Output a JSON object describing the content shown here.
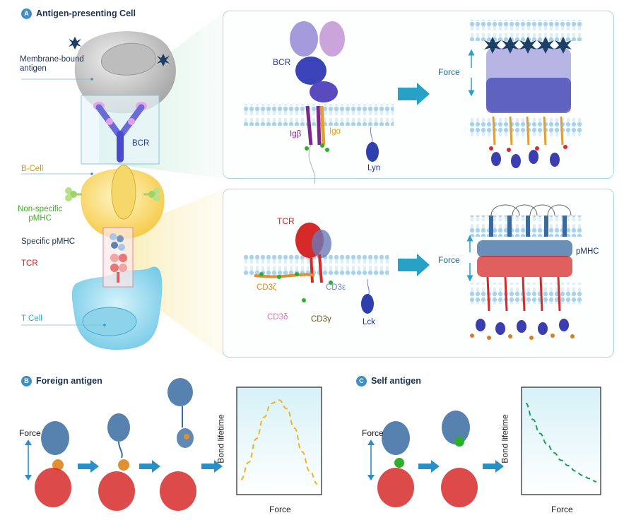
{
  "panel_a": {
    "badge": "A",
    "title": "Antigen-presenting Cell",
    "left_labels": {
      "membrane_antigen": "Membrane-bound\nantigen",
      "bcr_small": "BCR",
      "b_cell": "B-Cell",
      "non_specific": "Non-specific\npMHC",
      "specific": "Specific pMHC",
      "tcr": "TCR",
      "t_cell": "T Cell"
    },
    "top_panel": {
      "bcr": "BCR",
      "ig_beta": "Igβ",
      "ig_alpha": "Igα",
      "lyn": "Lyn",
      "force": "Force"
    },
    "bottom_panel": {
      "tcr": "TCR",
      "cd3_zeta": "CD3ζ",
      "cd3_epsilon": "CD3ε",
      "cd3_delta": "CD3δ",
      "cd3_gamma": "CD3γ",
      "lck": "Lck",
      "force": "Force",
      "pmhc": "pMHC"
    }
  },
  "panel_b": {
    "badge": "B",
    "title": "Foreign antigen",
    "force": "Force",
    "ylabel": "Bond lifetime",
    "xlabel": "Force"
  },
  "panel_c": {
    "badge": "C",
    "title": "Self antigen",
    "force": "Force",
    "ylabel": "Bond lifetime",
    "xlabel": "Force"
  },
  "colors": {
    "accent": "#3f8fc0",
    "force_arrow": "#2aa1c9",
    "bcr_label": "#2a3a8c",
    "tcr_label": "#d62424",
    "b_cell_label": "#c8a012",
    "non_specific_label": "#3cb020",
    "t_cell_label": "#2ab0c8",
    "catch_curve": "#f2b41c",
    "slip_curve": "#1f9e5a"
  },
  "chart_data": [
    {
      "type": "line",
      "title": "",
      "xlabel": "Force",
      "ylabel": "Bond lifetime",
      "shape": "catch bond (rise then fall)",
      "x": [
        0,
        0.1,
        0.2,
        0.3,
        0.4,
        0.5,
        0.6,
        0.7,
        0.8,
        0.9,
        1.0
      ],
      "series": [
        {
          "values": [
            0.14,
            0.3,
            0.52,
            0.72,
            0.85,
            0.88,
            0.8,
            0.62,
            0.4,
            0.22,
            0.1
          ]
        }
      ]
    },
    {
      "type": "line",
      "title": "",
      "xlabel": "Force",
      "ylabel": "Bond lifetime",
      "shape": "slip bond (monotonic decay)",
      "x": [
        0,
        0.1,
        0.2,
        0.3,
        0.4,
        0.5,
        0.6,
        0.7,
        0.8,
        0.9,
        1.0
      ],
      "series": [
        {
          "values": [
            0.85,
            0.7,
            0.57,
            0.47,
            0.39,
            0.32,
            0.27,
            0.22,
            0.18,
            0.15,
            0.12
          ]
        }
      ]
    }
  ]
}
